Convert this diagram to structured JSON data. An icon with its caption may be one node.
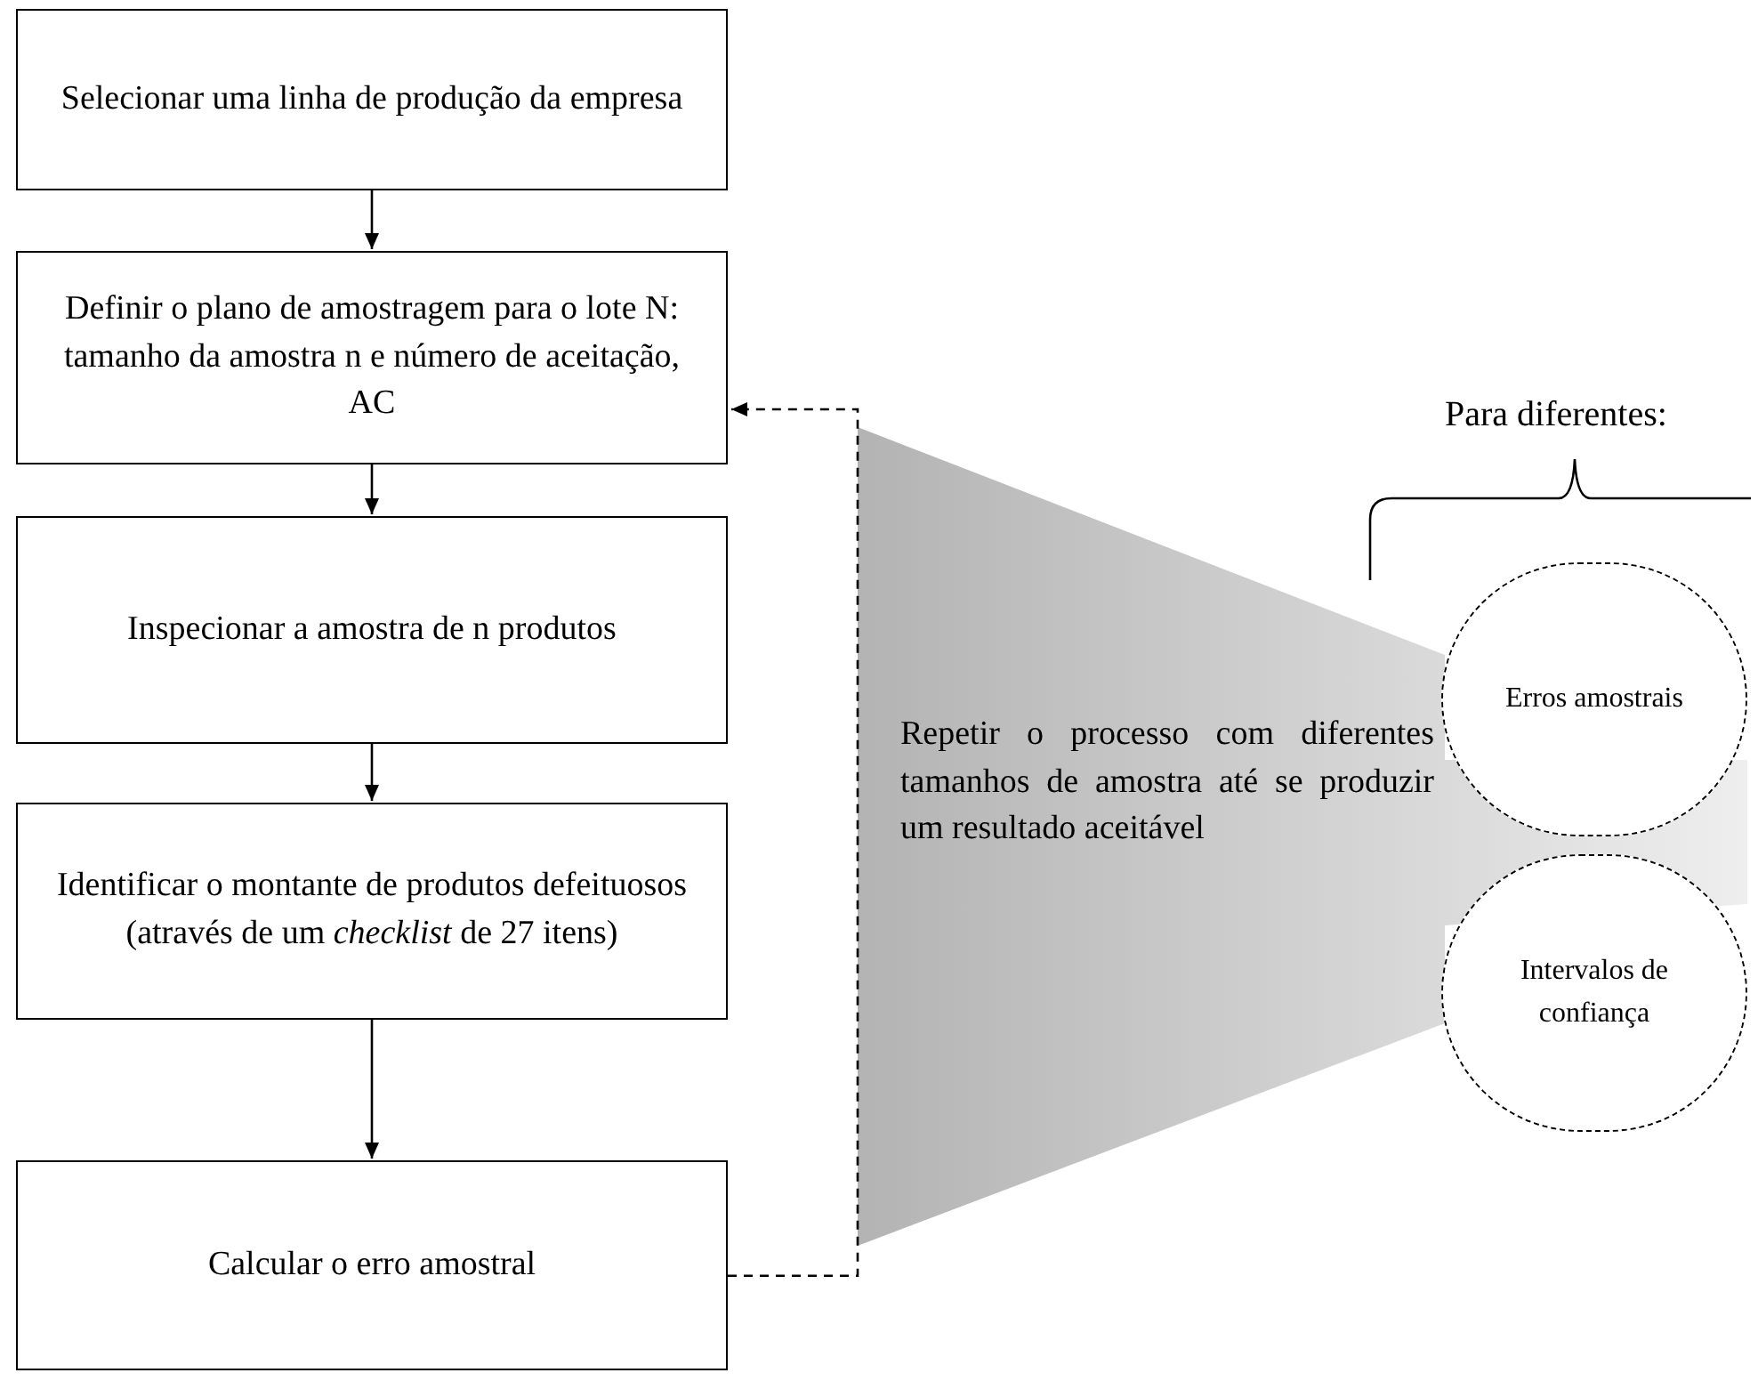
{
  "diagram": {
    "nodes": [
      {
        "text": [
          "Selecionar uma linha de produção da empresa"
        ]
      },
      {
        "text": [
          "Definir o plano de amostragem para o lote N: tamanho da amostra n e número de aceitação, AC"
        ]
      },
      {
        "text": [
          "Inspecionar a amostra de n produtos"
        ]
      },
      {
        "text": [
          "Identificar o montante de produtos defeituosos (através de um *checklist* de 27 itens)"
        ]
      },
      {
        "text": [
          "Calcular o erro amostral"
        ]
      },
      {
        "text": [
          "Repetir o processo com diferentes tamanhos de amostra até se produzir um resultado aceitável"
        ]
      },
      {
        "text": [
          "Erros amostrais"
        ]
      },
      {
        "text": [
          "Intervalos de confiança"
        ]
      }
    ],
    "edges": [
      {
        "from": 0,
        "to": 1,
        "arrow": "to"
      },
      {
        "from": 1,
        "to": 2,
        "arrow": "to"
      },
      {
        "from": 2,
        "to": 3,
        "arrow": "to"
      },
      {
        "from": 3,
        "to": 4,
        "arrow": "to"
      },
      {
        "from": 4,
        "to": 1,
        "arrow": "to",
        "style": "dashed"
      }
    ],
    "labels": [
      "Para diferentes:"
    ]
  }
}
